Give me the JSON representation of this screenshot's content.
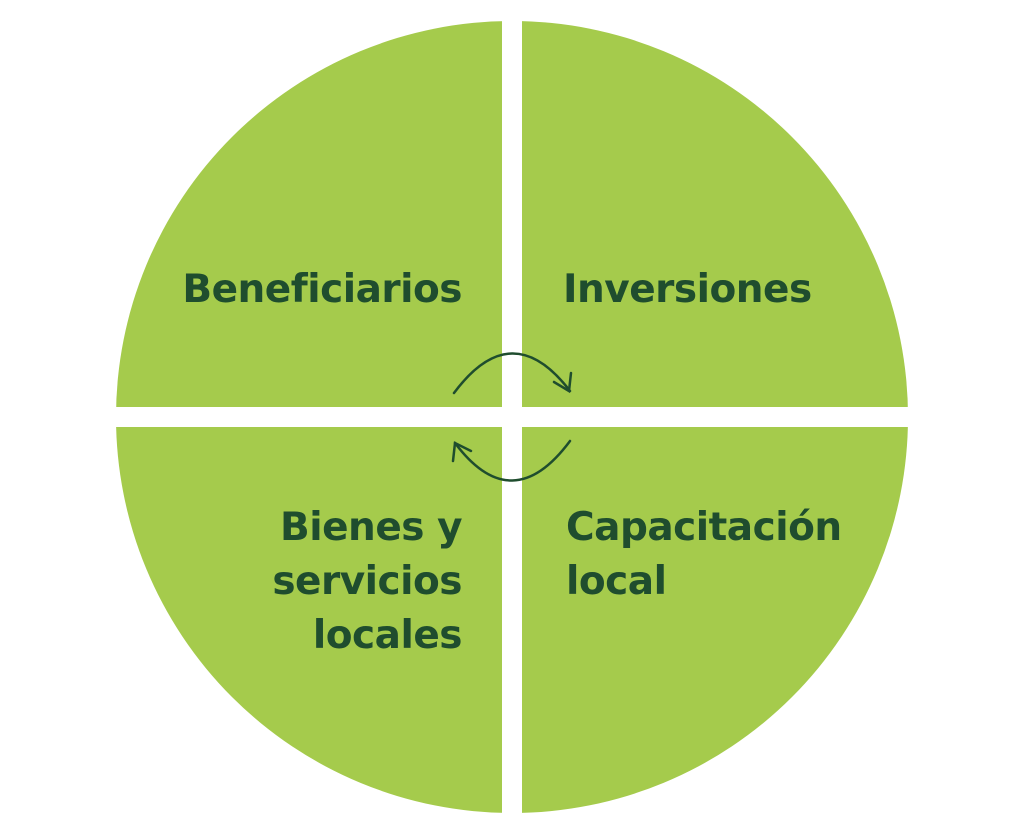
{
  "quadrants": {
    "top_left": "Beneficiarios",
    "top_right": "Inversiones",
    "bottom_left": [
      "Bienes y",
      "servicios",
      "locales"
    ],
    "bottom_right": [
      "Capacitación",
      "local"
    ]
  },
  "colors": {
    "fill": "#a5cb4c",
    "text": "#1f4d2e",
    "arrow": "#1f4d2e"
  },
  "icons": {
    "cycle": "circular-arrows-icon"
  }
}
